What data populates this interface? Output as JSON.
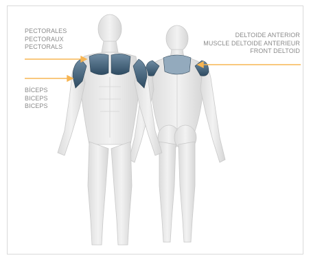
{
  "labels": {
    "pectorals": [
      "PECTORALES",
      "PECTORAUX",
      "PECTORALS"
    ],
    "biceps": [
      "BÍCEPS",
      "BICEPS",
      "BICEPS"
    ],
    "deltoid": [
      "DELTOIDE ANTERIOR",
      "MUSCLE DELTOIDE ANTERIEUR",
      "FRONT DELTOID"
    ]
  },
  "colors": {
    "highlight_muscle": "#3f5f78",
    "arrow": "#f7b552",
    "body": "#e6e6e6",
    "label_text": "#8a8a8a"
  },
  "figures": [
    "front-body-figure",
    "back-body-figure"
  ]
}
